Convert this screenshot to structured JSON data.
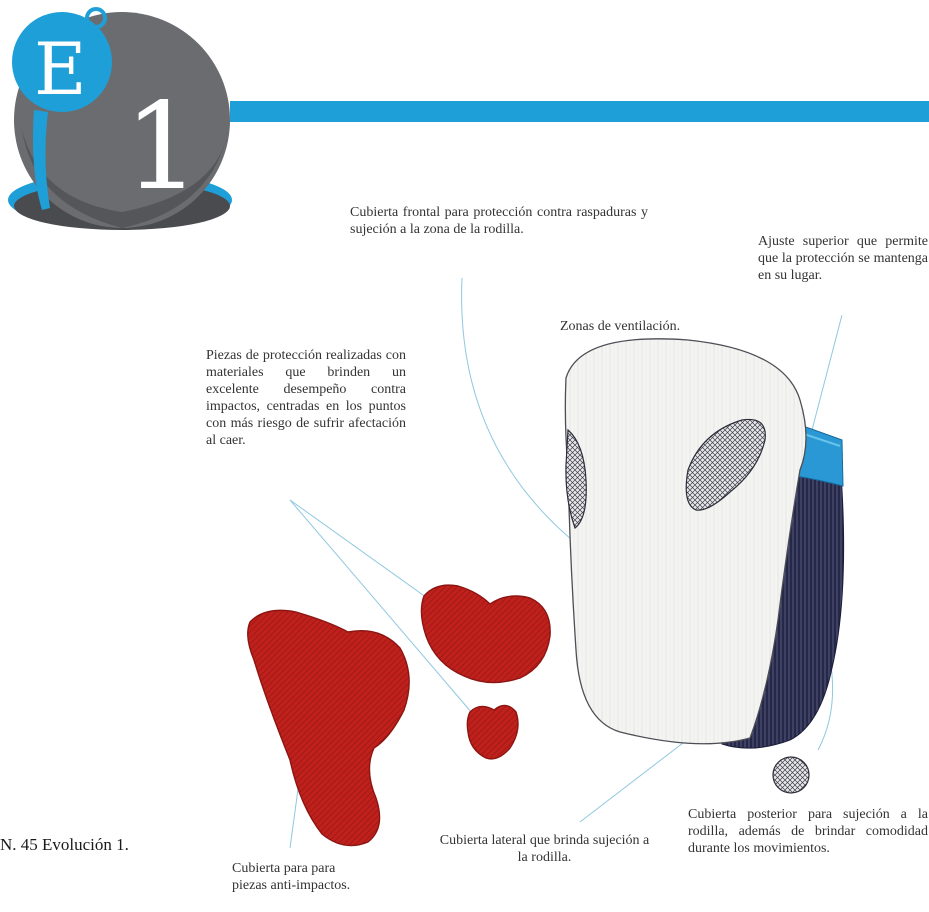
{
  "badge": {
    "letter": "E",
    "number": "1",
    "icon": "evolution-badge-icon"
  },
  "colors": {
    "accent_blue": "#1f9fd8",
    "badge_gray": "#6b6c70",
    "badge_shadow": "#4a4b4f",
    "pad_red": "#c0201c",
    "pad_dark_red": "#8c1512",
    "knit_navy": "#2b2c4e",
    "shell_white": "#f3f3f1",
    "leader_line": "#8fc8df"
  },
  "caption": "N. 45 Evolución 1.",
  "annotations": {
    "frontal": "Cubierta frontal para protección contra raspaduras y sujeción a la zona de la rodilla.",
    "ajuste": "Ajuste superior que permite que la protección se mantenga en su lugar.",
    "ventilacion": "Zonas de ventilación.",
    "piezas": "Piezas de protección realizadas con materiales que brinden un excelente desempeño contra impactos, centradas en los puntos con más riesgo de sufrir afectación al caer.",
    "posterior": "Cubierta posterior para sujeción a la rodilla, además de brindar comodidad durante los movimientos.",
    "lateral": "Cubierta lateral que brinda sujeción a la rodilla.",
    "cubierta_piezas": "Cubierta para para piezas anti-impactos."
  }
}
